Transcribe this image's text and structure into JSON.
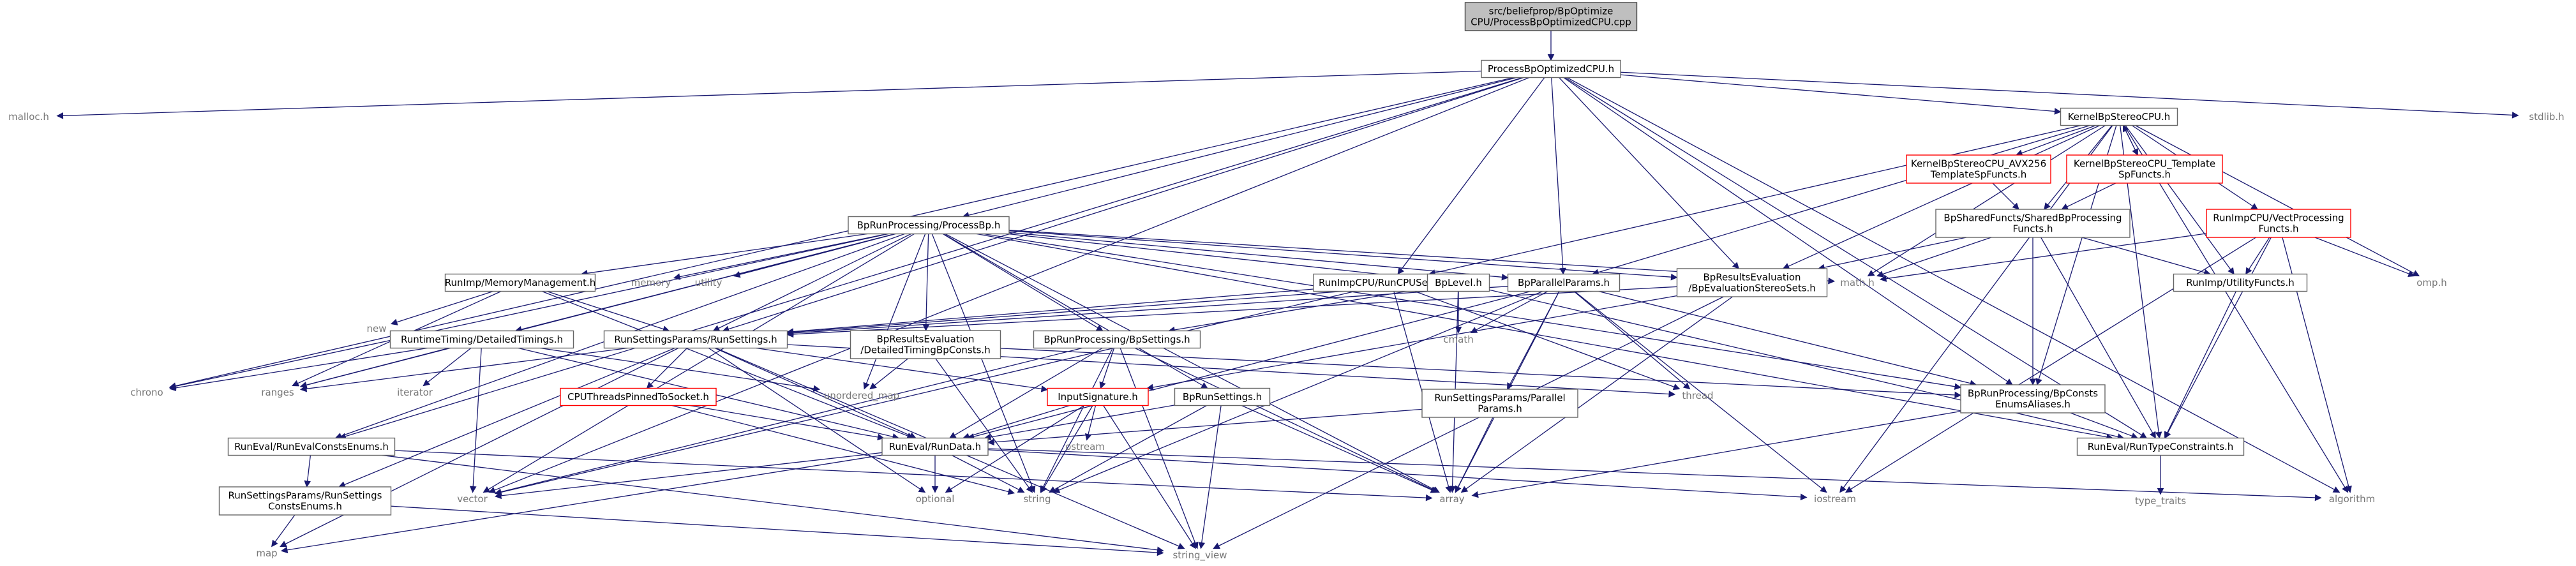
{
  "graph": {
    "title": "",
    "colors": {
      "edge": "#191970",
      "node_border": "#666666",
      "root_fill": "#bfbfbf",
      "missing_border": "#ff0000",
      "external_text": "#777777"
    },
    "nodes": [
      {
        "id": "root",
        "lines": [
          "src/beliefprop/BpOptimize",
          "CPU/ProcessBpOptimizedCPU.cpp"
        ],
        "kind": "root"
      },
      {
        "id": "pbo",
        "lines": [
          "ProcessBpOptimizedCPU.h"
        ],
        "kind": "file"
      },
      {
        "id": "malloc",
        "lines": [
          "malloc.h"
        ],
        "kind": "external"
      },
      {
        "id": "stdlib",
        "lines": [
          "stdlib.h"
        ],
        "kind": "external"
      },
      {
        "id": "kbs",
        "lines": [
          "KernelBpStereoCPU.h"
        ],
        "kind": "file"
      },
      {
        "id": "kavx",
        "lines": [
          "KernelBpStereoCPU_AVX256",
          "TemplateSpFuncts.h"
        ],
        "kind": "missing"
      },
      {
        "id": "ktpl",
        "lines": [
          "KernelBpStereoCPU_Template",
          "SpFuncts.h"
        ],
        "kind": "missing"
      },
      {
        "id": "bsf",
        "lines": [
          "BpSharedFuncts/SharedBpProcessing",
          "Functs.h"
        ],
        "kind": "file"
      },
      {
        "id": "rvec",
        "lines": [
          "RunImpCPU/VectProcessing",
          "Functs.h"
        ],
        "kind": "missing"
      },
      {
        "id": "pbp",
        "lines": [
          "BpRunProcessing/ProcessBp.h"
        ],
        "kind": "file"
      },
      {
        "id": "rmem",
        "lines": [
          "RunImp/MemoryManagement.h"
        ],
        "kind": "file"
      },
      {
        "id": "memory",
        "lines": [
          "memory"
        ],
        "kind": "external"
      },
      {
        "id": "utility",
        "lines": [
          "utility"
        ],
        "kind": "external"
      },
      {
        "id": "rcpu",
        "lines": [
          "RunImpCPU/RunCPUSettings.h"
        ],
        "kind": "file"
      },
      {
        "id": "bplevel",
        "lines": [
          "BpLevel.h"
        ],
        "kind": "file"
      },
      {
        "id": "bppp",
        "lines": [
          "BpParallelParams.h"
        ],
        "kind": "file"
      },
      {
        "id": "bpres",
        "lines": [
          "BpResultsEvaluation",
          "/BpEvaluationStereoSets.h"
        ],
        "kind": "file"
      },
      {
        "id": "math",
        "lines": [
          "math.h"
        ],
        "kind": "external"
      },
      {
        "id": "rutil",
        "lines": [
          "RunImp/UtilityFuncts.h"
        ],
        "kind": "file"
      },
      {
        "id": "omp",
        "lines": [
          "omp.h"
        ],
        "kind": "external"
      },
      {
        "id": "new",
        "lines": [
          "new"
        ],
        "kind": "external"
      },
      {
        "id": "rtdt",
        "lines": [
          "RuntimeTiming/DetailedTimings.h"
        ],
        "kind": "file"
      },
      {
        "id": "rsrs",
        "lines": [
          "RunSettingsParams/RunSettings.h"
        ],
        "kind": "file"
      },
      {
        "id": "bpdtc",
        "lines": [
          "BpResultsEvaluation",
          "/DetailedTimingBpConsts.h"
        ],
        "kind": "file"
      },
      {
        "id": "bpset",
        "lines": [
          "BpRunProcessing/BpSettings.h"
        ],
        "kind": "file"
      },
      {
        "id": "cmath",
        "lines": [
          "cmath"
        ],
        "kind": "external"
      },
      {
        "id": "chrono",
        "lines": [
          "chrono"
        ],
        "kind": "external"
      },
      {
        "id": "ranges",
        "lines": [
          "ranges"
        ],
        "kind": "external"
      },
      {
        "id": "iterator",
        "lines": [
          "iterator"
        ],
        "kind": "external"
      },
      {
        "id": "umap",
        "lines": [
          "unordered_map"
        ],
        "kind": "external"
      },
      {
        "id": "thread",
        "lines": [
          "thread"
        ],
        "kind": "external"
      },
      {
        "id": "cpupin",
        "lines": [
          "CPUThreadsPinnedToSocket.h"
        ],
        "kind": "missing"
      },
      {
        "id": "insig",
        "lines": [
          "InputSignature.h"
        ],
        "kind": "missing"
      },
      {
        "id": "bprs",
        "lines": [
          "BpRunSettings.h"
        ],
        "kind": "file"
      },
      {
        "id": "rspp",
        "lines": [
          "RunSettingsParams/Parallel",
          "Params.h"
        ],
        "kind": "file"
      },
      {
        "id": "bpcea",
        "lines": [
          "BpRunProcessing/BpConsts",
          "EnumsAliases.h"
        ],
        "kind": "file"
      },
      {
        "id": "recce",
        "lines": [
          "RunEval/RunEvalConstsEnums.h"
        ],
        "kind": "file"
      },
      {
        "id": "ostream",
        "lines": [
          "ostream"
        ],
        "kind": "external"
      },
      {
        "id": "rdata",
        "lines": [
          "RunEval/RunData.h"
        ],
        "kind": "file"
      },
      {
        "id": "rtc",
        "lines": [
          "RunEval/RunTypeConstraints.h"
        ],
        "kind": "file"
      },
      {
        "id": "rsce",
        "lines": [
          "RunSettingsParams/RunSettings",
          "ConstsEnums.h"
        ],
        "kind": "file"
      },
      {
        "id": "vector",
        "lines": [
          "vector"
        ],
        "kind": "external"
      },
      {
        "id": "optional",
        "lines": [
          "optional"
        ],
        "kind": "external"
      },
      {
        "id": "string",
        "lines": [
          "string"
        ],
        "kind": "external"
      },
      {
        "id": "array",
        "lines": [
          "array"
        ],
        "kind": "external"
      },
      {
        "id": "iostream",
        "lines": [
          "iostream"
        ],
        "kind": "external"
      },
      {
        "id": "algorithm",
        "lines": [
          "algorithm"
        ],
        "kind": "external"
      },
      {
        "id": "typetraits",
        "lines": [
          "type_traits"
        ],
        "kind": "external"
      },
      {
        "id": "map",
        "lines": [
          "map"
        ],
        "kind": "external"
      },
      {
        "id": "stringview",
        "lines": [
          "string_view"
        ],
        "kind": "external"
      }
    ],
    "edges": [
      [
        "root",
        "pbo"
      ],
      [
        "pbo",
        "malloc"
      ],
      [
        "pbo",
        "stdlib"
      ],
      [
        "pbo",
        "kbs"
      ],
      [
        "pbo",
        "pbp"
      ],
      [
        "pbo",
        "chrono"
      ],
      [
        "pbo",
        "rsrs"
      ],
      [
        "pbo",
        "recce"
      ],
      [
        "pbo",
        "vector"
      ],
      [
        "pbo",
        "rcpu"
      ],
      [
        "pbo",
        "bppp"
      ],
      [
        "pbo",
        "bpres"
      ],
      [
        "pbo",
        "bpcea"
      ],
      [
        "pbo",
        "rtc"
      ],
      [
        "pbo",
        "algorithm"
      ],
      [
        "kbs",
        "kavx"
      ],
      [
        "kbs",
        "ktpl"
      ],
      [
        "kbs",
        "bsf"
      ],
      [
        "kbs",
        "rvec"
      ],
      [
        "kbs",
        "math"
      ],
      [
        "kbs",
        "omp"
      ],
      [
        "kbs",
        "rutil"
      ],
      [
        "kbs",
        "rcpu"
      ],
      [
        "kbs",
        "bppp"
      ],
      [
        "kbs",
        "bpres"
      ],
      [
        "kbs",
        "bpcea"
      ],
      [
        "kbs",
        "rtc"
      ],
      [
        "kbs",
        "algorithm"
      ],
      [
        "kbs",
        "iostream"
      ],
      [
        "ktpl",
        "kbs"
      ],
      [
        "kavx",
        "bsf"
      ],
      [
        "ktpl",
        "bsf"
      ],
      [
        "bsf",
        "math"
      ],
      [
        "bsf",
        "bpres"
      ],
      [
        "bsf",
        "bpcea"
      ],
      [
        "bsf",
        "rtc"
      ],
      [
        "bsf",
        "rutil"
      ],
      [
        "rvec",
        "omp"
      ],
      [
        "rvec",
        "rutil"
      ],
      [
        "rvec",
        "rtc"
      ],
      [
        "rvec",
        "iostream"
      ],
      [
        "rvec",
        "algorithm"
      ],
      [
        "rvec",
        "math"
      ],
      [
        "rutil",
        "rtc"
      ],
      [
        "pbp",
        "rmem"
      ],
      [
        "pbp",
        "memory"
      ],
      [
        "pbp",
        "utility"
      ],
      [
        "pbp",
        "bplevel"
      ],
      [
        "pbp",
        "bppp"
      ],
      [
        "pbp",
        "bpres"
      ],
      [
        "pbp",
        "math"
      ],
      [
        "pbp",
        "chrono"
      ],
      [
        "pbp",
        "ranges"
      ],
      [
        "pbp",
        "rtdt"
      ],
      [
        "pbp",
        "rsrs"
      ],
      [
        "pbp",
        "bpdtc"
      ],
      [
        "pbp",
        "bpset"
      ],
      [
        "pbp",
        "bprs"
      ],
      [
        "pbp",
        "umap"
      ],
      [
        "pbp",
        "recce"
      ],
      [
        "pbp",
        "vector"
      ],
      [
        "pbp",
        "array"
      ],
      [
        "pbp",
        "bpcea"
      ],
      [
        "pbp",
        "rtc"
      ],
      [
        "pbp",
        "string"
      ],
      [
        "rmem",
        "new"
      ],
      [
        "rmem",
        "ranges"
      ],
      [
        "rmem",
        "rsrs"
      ],
      [
        "rmem",
        "rdata"
      ],
      [
        "rcpu",
        "rsrs"
      ],
      [
        "rcpu",
        "thread"
      ],
      [
        "rcpu",
        "array"
      ],
      [
        "rcpu",
        "vector"
      ],
      [
        "bplevel",
        "cmath"
      ],
      [
        "bplevel",
        "array"
      ],
      [
        "bplevel",
        "rsrs"
      ],
      [
        "bplevel",
        "bpset"
      ],
      [
        "bplevel",
        "rtc"
      ],
      [
        "bppp",
        "cmath"
      ],
      [
        "bppp",
        "thread"
      ],
      [
        "bppp",
        "array"
      ],
      [
        "bppp",
        "rsrs"
      ],
      [
        "bppp",
        "rspp"
      ],
      [
        "bppp",
        "bpcea"
      ],
      [
        "bppp",
        "string"
      ],
      [
        "bppp",
        "iostream"
      ],
      [
        "bppp",
        "rdata"
      ],
      [
        "bpres",
        "array"
      ],
      [
        "bpres",
        "stringview"
      ],
      [
        "bpres",
        "insig"
      ],
      [
        "bpres",
        "rsrs"
      ],
      [
        "rtdt",
        "chrono"
      ],
      [
        "rtdt",
        "ranges"
      ],
      [
        "rtdt",
        "iterator"
      ],
      [
        "rtdt",
        "vector"
      ],
      [
        "rtdt",
        "umap"
      ],
      [
        "rtdt",
        "rdata"
      ],
      [
        "rsrs",
        "ranges"
      ],
      [
        "rsrs",
        "cpupin"
      ],
      [
        "rsrs",
        "insig"
      ],
      [
        "rsrs",
        "rdata"
      ],
      [
        "rsrs",
        "rsce"
      ],
      [
        "rsrs",
        "thread"
      ],
      [
        "rsrs",
        "map"
      ],
      [
        "rsrs",
        "stringview"
      ],
      [
        "rsrs",
        "optional"
      ],
      [
        "bpdtc",
        "umap"
      ],
      [
        "bpdtc",
        "string"
      ],
      [
        "bpdtc",
        "bpcea"
      ],
      [
        "bpset",
        "insig"
      ],
      [
        "bpset",
        "rdata"
      ],
      [
        "bpset",
        "string"
      ],
      [
        "bpset",
        "array"
      ],
      [
        "bpset",
        "stringview"
      ],
      [
        "bpset",
        "vector"
      ],
      [
        "cpupin",
        "rdata"
      ],
      [
        "cpupin",
        "string"
      ],
      [
        "insig",
        "ostream"
      ],
      [
        "insig",
        "string"
      ],
      [
        "insig",
        "optional"
      ],
      [
        "insig",
        "stringview"
      ],
      [
        "insig",
        "rdata"
      ],
      [
        "bprs",
        "string"
      ],
      [
        "bprs",
        "array"
      ],
      [
        "bprs",
        "stringview"
      ],
      [
        "bprs",
        "rdata"
      ],
      [
        "rspp",
        "rdata"
      ],
      [
        "rspp",
        "array"
      ],
      [
        "bpcea",
        "array"
      ],
      [
        "bpcea",
        "rtc"
      ],
      [
        "recce",
        "rsce"
      ],
      [
        "recce",
        "array"
      ],
      [
        "recce",
        "stringview"
      ],
      [
        "rdata",
        "vector"
      ],
      [
        "rdata",
        "map"
      ],
      [
        "rdata",
        "optional"
      ],
      [
        "rdata",
        "string"
      ],
      [
        "rdata",
        "iostream"
      ],
      [
        "rdata",
        "algorithm"
      ],
      [
        "rtc",
        "typetraits"
      ],
      [
        "rsce",
        "map"
      ],
      [
        "rsce",
        "stringview"
      ]
    ]
  }
}
